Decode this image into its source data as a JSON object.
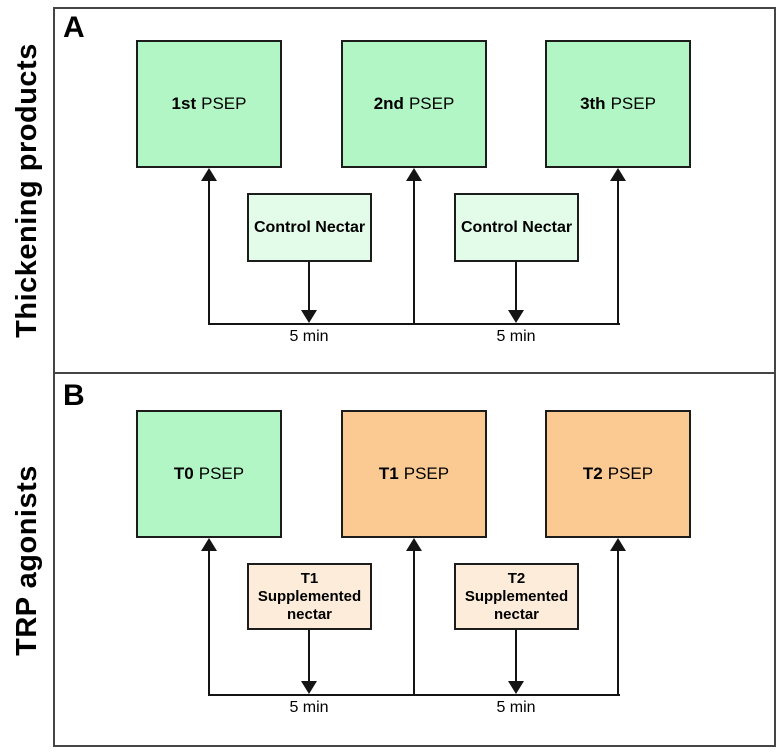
{
  "colors": {
    "psep_green": "#b2f6c5",
    "nectar_green": "#e3fbe9",
    "psep_orange": "#fbca92",
    "nectar_orange": "#fcecd9"
  },
  "panel_a": {
    "label": "A",
    "side_label": "Thickening products",
    "psep_boxes": [
      {
        "prefix": "1st",
        "name": "PSEP"
      },
      {
        "prefix": "2nd",
        "name": "PSEP"
      },
      {
        "prefix": "3th",
        "name": "PSEP"
      }
    ],
    "nectar_boxes": [
      {
        "line1": "Control Nectar"
      },
      {
        "line1": "Control Nectar"
      }
    ],
    "intervals": [
      "5 min",
      "5 min"
    ]
  },
  "panel_b": {
    "label": "B",
    "side_label": "TRP agonists",
    "psep_boxes": [
      {
        "prefix": "T0",
        "name": "PSEP"
      },
      {
        "prefix": "T1",
        "name": "PSEP"
      },
      {
        "prefix": "T2",
        "name": "PSEP"
      }
    ],
    "nectar_boxes": [
      {
        "line1": "T1",
        "line2": "Supplemented",
        "line3": "nectar"
      },
      {
        "line1": "T2",
        "line2": "Supplemented",
        "line3": "nectar"
      }
    ],
    "intervals": [
      "5 min",
      "5 min"
    ]
  }
}
